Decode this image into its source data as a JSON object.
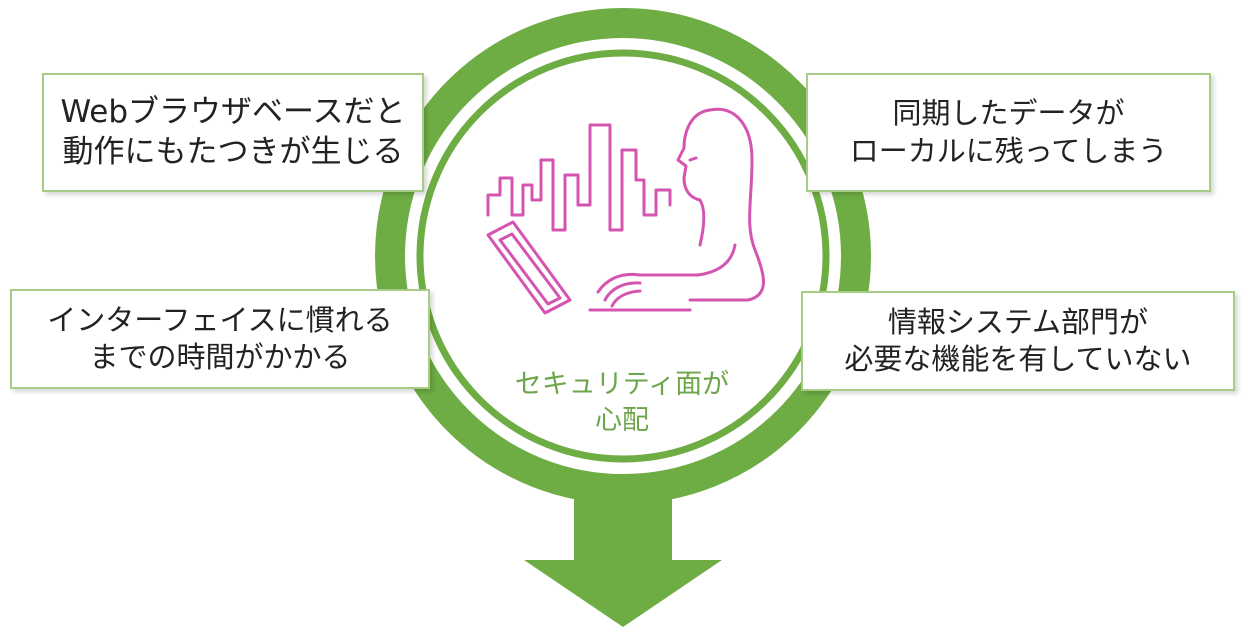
{
  "colors": {
    "accent_green": "#6ead44",
    "box_border": "#a7cc86",
    "illustration_pink": "#d454b0",
    "label_green": "#6da64a"
  },
  "illustration": "person-at-laptop-with-city-skyline-icon",
  "diagram": {
    "top_left": {
      "line1": "Webブラウザベースだと",
      "line2": "動作にもたつきが生じる"
    },
    "top_right": {
      "line1": "同期したデータが",
      "line2": "ローカルに残ってしまう"
    },
    "bottom_left": {
      "line1": "インターフェイスに慣れる",
      "line2": "までの時間がかかる"
    },
    "bottom_right": {
      "line1": "情報システム部門が",
      "line2": "必要な機能を有していない"
    },
    "center": {
      "line1": "セキュリティ面が",
      "line2": "心配"
    }
  }
}
